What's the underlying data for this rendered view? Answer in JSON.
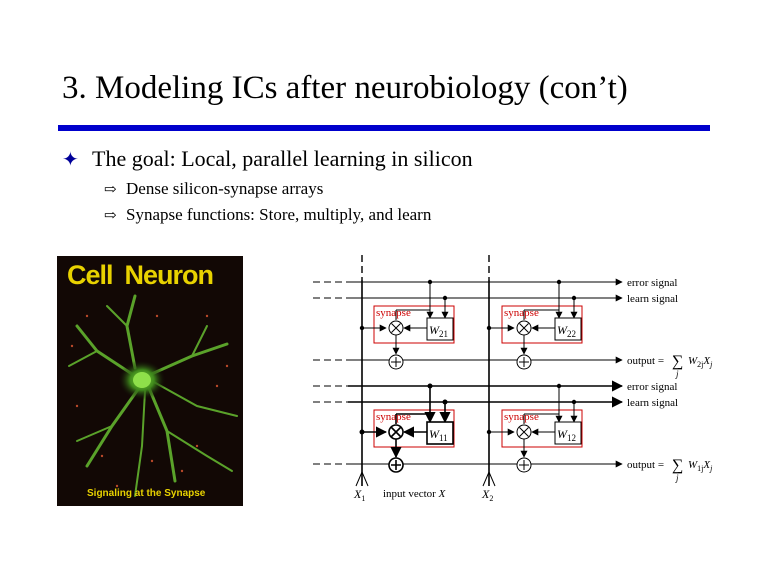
{
  "slide": {
    "title": "3. Modeling ICs after neurobiology (con’t)",
    "accent_color": "#0000cc",
    "bullet_main": {
      "icon": "four-point-star-icon",
      "text": "The goal: Local, parallel learning in silicon"
    },
    "sub_bullets": [
      {
        "icon": "outline-arrow-icon",
        "text": "Dense silicon-synapse arrays"
      },
      {
        "icon": "outline-arrow-icon",
        "text": "Synapse functions: Store, multiply, and learn"
      }
    ]
  },
  "cover": {
    "brand_left": "Cell",
    "brand_right": "Neuron",
    "caption": "Signaling at the Synapse"
  },
  "diagram": {
    "synapse_label": "synapse",
    "synapse_color": "#cc0000",
    "weights": {
      "w21": {
        "base": "W",
        "sub": "21"
      },
      "w22": {
        "base": "W",
        "sub": "22"
      },
      "w11": {
        "base": "W",
        "sub": "11"
      },
      "w12": {
        "base": "W",
        "sub": "12"
      }
    },
    "signals": {
      "error": "error signal",
      "learn": "learn signal",
      "output_prefix": "output =",
      "sum_symbol": "∑",
      "sum_index": "j",
      "output_row2": {
        "w": "W",
        "wsub": "2j",
        "x": "X",
        "xsub": "j"
      },
      "output_row1": {
        "w": "W",
        "wsub": "1j",
        "x": "X",
        "xsub": "j"
      }
    },
    "inputs": {
      "x1": {
        "base": "X",
        "sub": "1"
      },
      "x2": {
        "base": "X",
        "sub": "2"
      },
      "vector_label": "input vector",
      "vector_symbol": "X"
    }
  }
}
